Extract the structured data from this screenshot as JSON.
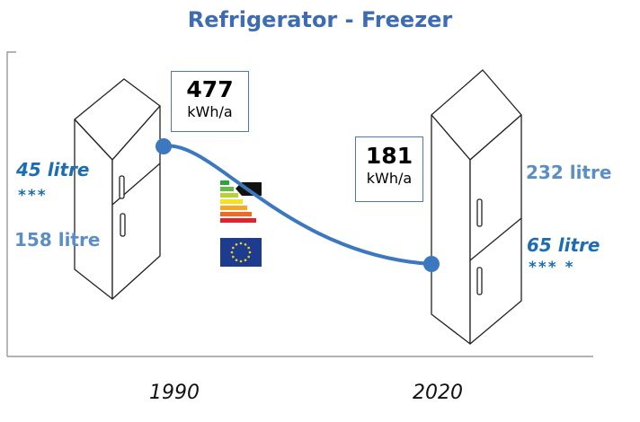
{
  "chart_data": {
    "type": "line",
    "title": "Refrigerator - Freezer",
    "x": [
      "1990",
      "2020"
    ],
    "series": [
      {
        "values": [
          477,
          181
        ]
      }
    ],
    "unit": "kWh/a",
    "annotations": {
      "left": {
        "freezer_volume": "45 litre",
        "freezer_stars": "***",
        "fridge_volume": "158 litre"
      },
      "right": {
        "fridge_volume": "232 litre",
        "freezer_volume": "65 litre",
        "freezer_stars": "*** *"
      }
    },
    "grid": false
  },
  "colors": {
    "line": "#3b78bf",
    "title": "#3d6cb3",
    "label_light": "#5b8ec6",
    "label_dark": "#1c6db4"
  },
  "icons": [
    "energy-label-icon",
    "eu-flag-icon",
    "refrigerator-icon"
  ]
}
